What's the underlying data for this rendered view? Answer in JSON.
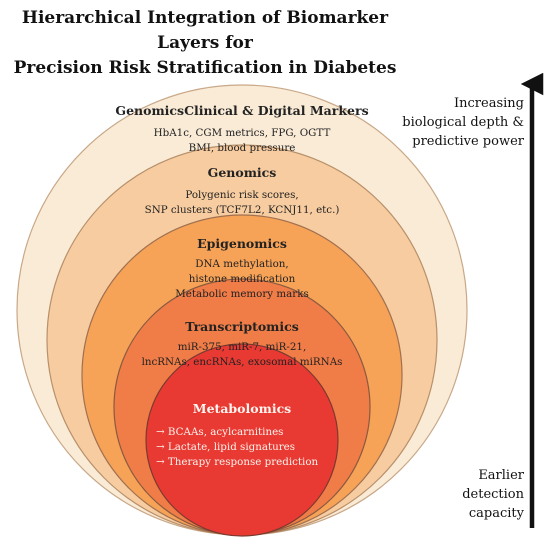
{
  "title": {
    "line1": "Hierarchical Integration of Biomarker Layers for",
    "line2": "Precision Risk Stratification in Diabetes"
  },
  "layers": {
    "clinical": {
      "title": "GenomicsClinical & Digital Markers",
      "lines": [
        "HbA1c, CGM metrics, FPG, OGTT",
        "BMI, blood pressure"
      ],
      "color": "#f9ebd6"
    },
    "genomics": {
      "title": "Genomics",
      "lines": [
        "Polygenic risk scores,",
        "SNP clusters (TCF7L2, KCNJ11, etc.)"
      ],
      "color": "#f7ccA0"
    },
    "epigenomics": {
      "title": "Epigenomics",
      "lines": [
        "DNA methylation,",
        "histone modification",
        "Metabolic memory marks"
      ],
      "color": "#f6a257"
    },
    "transcriptomics": {
      "title": "Transcriptomics",
      "lines": [
        "miR-375, miR-7, miR-21,",
        "lncRNAs, encRNAs, exosomal miRNAs"
      ],
      "color": "#f07c47"
    },
    "metabolomics": {
      "title": "Metabolomics",
      "arrow_glyph": "→",
      "lines": [
        "BCAAs, acylcarnitines",
        "Lactate, lipid signatures",
        "Therapy response prediction"
      ],
      "color": "#e83a33"
    }
  },
  "axis": {
    "top_lines": [
      "Increasing",
      "biological depth &",
      "predictive power"
    ],
    "bottom_lines": [
      "Earlier",
      "detection",
      "capacity"
    ]
  }
}
